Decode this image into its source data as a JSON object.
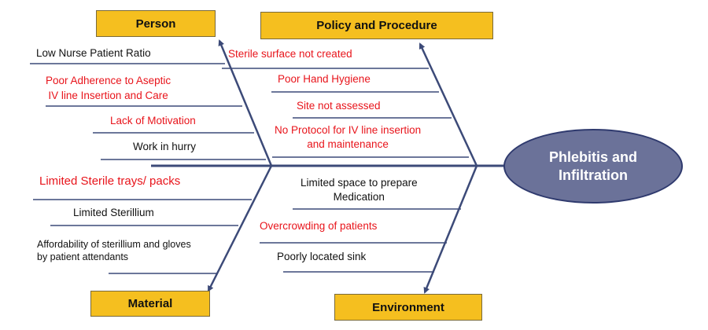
{
  "categories": {
    "person": "Person",
    "policy": "Policy and Procedure",
    "material": "Material",
    "environment": "Environment"
  },
  "effect": "Phlebitis and Infiltration",
  "causes": {
    "person": [
      "Low Nurse Patient Ratio",
      "Poor Adherence to Aseptic\nIV line Insertion and Care",
      "Lack of Motivation",
      "Work in hurry"
    ],
    "policy": [
      "Sterile surface not created",
      "Poor Hand Hygiene",
      "Site not assessed",
      "No Protocol for IV line insertion\nand maintenance"
    ],
    "material": [
      "Limited Sterile trays/ packs",
      "Limited Sterillium",
      "Affordability of sterillium and gloves\nby patient attendants"
    ],
    "environment": [
      "Limited space to prepare\nMedication",
      "Overcrowding of patients",
      "Poorly located sink"
    ]
  },
  "colors": {
    "box_fill": "#f5bf1f",
    "effect_fill": "#6b7299",
    "line": "#3c4a78",
    "red_text": "#e8141b"
  }
}
